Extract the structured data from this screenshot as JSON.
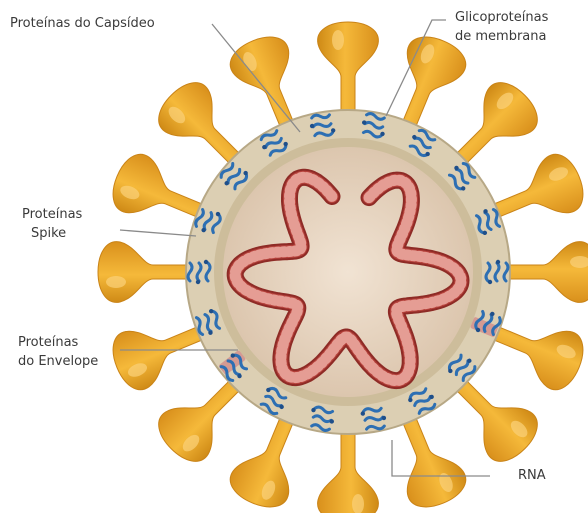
{
  "labels": {
    "capsid": "Proteínas do Capsídeo",
    "glyco_line1": "Glicoproteínas",
    "glyco_line2": "de membrana",
    "spike_line1": "Proteínas",
    "spike_line2": "Spike",
    "envelope_line1": "Proteínas",
    "envelope_line2": "do Envelope",
    "rna": "RNA"
  },
  "colors": {
    "spike": "#e9a72c",
    "spike_dark": "#c98317",
    "membrane": "#dccfb3",
    "interior": "#ead9c6",
    "rna": "#b5413b",
    "rna_light": "#e59d94",
    "protein": "#2d6fb3",
    "envelope_protein": "#d49a92",
    "leader": "#8a8a8a"
  },
  "icons": {
    "spike": "spike-protein-icon",
    "glycoprotein": "glycoprotein-icon",
    "envelope": "envelope-protein-icon"
  }
}
